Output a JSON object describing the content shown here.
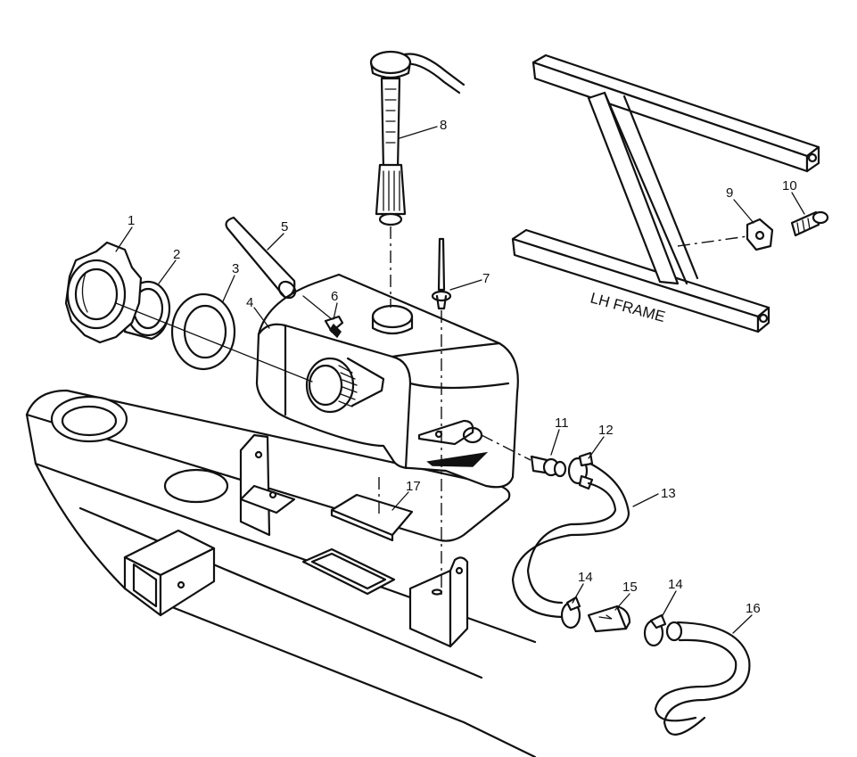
{
  "diagram": {
    "frame_label": "LH FRAME",
    "callouts": [
      "1",
      "2",
      "3",
      "4",
      "5",
      "6",
      "7",
      "8",
      "9",
      "10",
      "11",
      "12",
      "13",
      "14",
      "15",
      "14",
      "16",
      "17"
    ]
  }
}
